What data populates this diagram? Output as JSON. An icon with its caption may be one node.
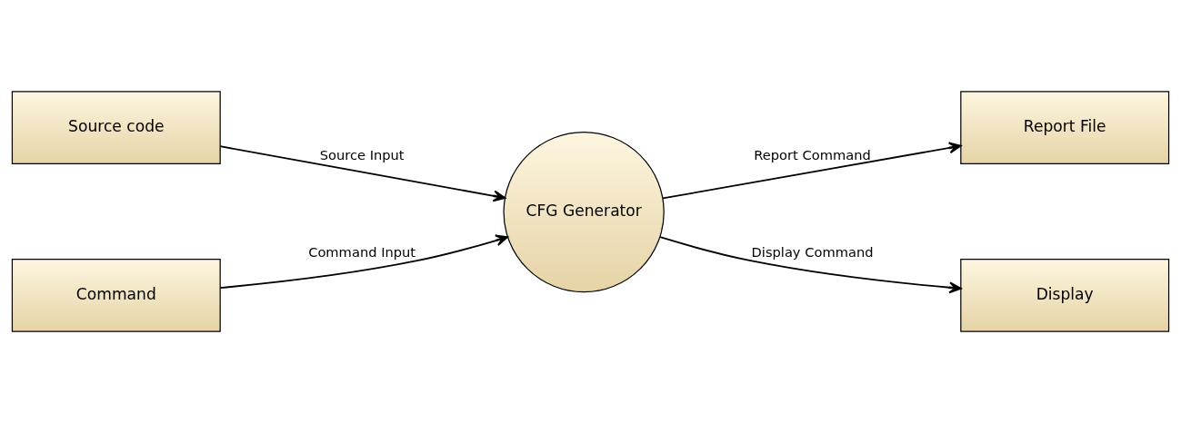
{
  "diagram": {
    "nodes": [
      {
        "text": [
          "Source code"
        ]
      },
      {
        "text": [
          "Command"
        ]
      },
      {
        "text": [
          "CFG Generator"
        ]
      },
      {
        "text": [
          "Report File"
        ]
      },
      {
        "text": [
          "Display"
        ]
      }
    ],
    "edges": [
      {
        "from": 0,
        "to": 2,
        "arrow": "to",
        "label": "Source Input"
      },
      {
        "from": 1,
        "to": 2,
        "arrow": "to",
        "label": "Command Input"
      },
      {
        "from": 2,
        "to": 3,
        "arrow": "to",
        "label": "Report Command"
      },
      {
        "from": 2,
        "to": 4,
        "arrow": "to",
        "label": "Display Command"
      }
    ]
  }
}
